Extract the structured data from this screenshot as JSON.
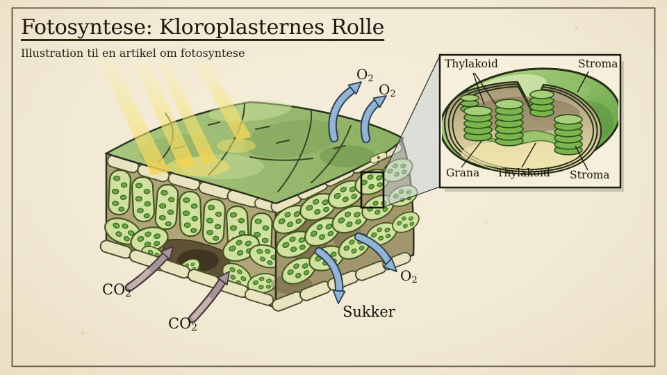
{
  "header": {
    "title": "Fotosyntese: Kloroplasternes Rolle",
    "subtitle": "Illustration til en artikel om fotosyntese"
  },
  "labels": {
    "o2_a": {
      "base": "O",
      "sub": "2"
    },
    "o2_b": {
      "base": "O",
      "sub": "2"
    },
    "o2_c": {
      "base": "O",
      "sub": "2"
    },
    "co2_a": {
      "base": "CO",
      "sub": "2"
    },
    "co2_b": {
      "base": "CO",
      "sub": "2"
    },
    "sugar": "Sukker"
  },
  "inset": {
    "thylakoid_top": "Thylakoid",
    "stroma_top": "Stroma",
    "grana": "Grana",
    "thylakoid_bottom": "Thylakoid",
    "stroma_bottom": "Stroma"
  },
  "colors": {
    "paper": "#f2ead4",
    "frame": "#57503f",
    "leaf_top_green": "#9cbd72",
    "cell_fill": "#cfe09f",
    "cell_outline": "#44561f",
    "chloroplast_green": "#69a93f",
    "epidermis_fill": "#eae3bf",
    "ray_yellow": "#f2d150",
    "arrow_blue": "#92b5d5",
    "arrow_mauve": "#a8939b",
    "inset_bg": "#f6efdb",
    "interior_tan": "#d8cda3"
  }
}
